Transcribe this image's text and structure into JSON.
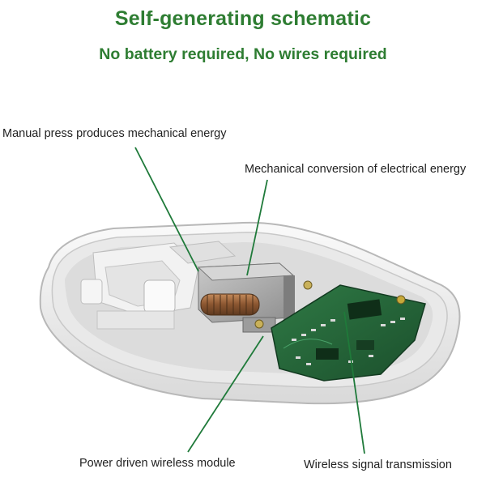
{
  "header": {
    "title": "Self-generating schematic",
    "subtitle": "No battery required, No wires required"
  },
  "callouts": [
    {
      "id": "manual-press",
      "text": "Manual press produces mechanical energy"
    },
    {
      "id": "mechanical-conversion",
      "text": "Mechanical conversion of electrical energy"
    },
    {
      "id": "power-driven-module",
      "text": "Power driven wireless module"
    },
    {
      "id": "wireless-transmission",
      "text": "Wireless signal transmission"
    }
  ],
  "colors": {
    "title_green": "#2e7d32",
    "leader_line_green": "#1f7a3a",
    "pcb_green": "#1f5e34"
  }
}
